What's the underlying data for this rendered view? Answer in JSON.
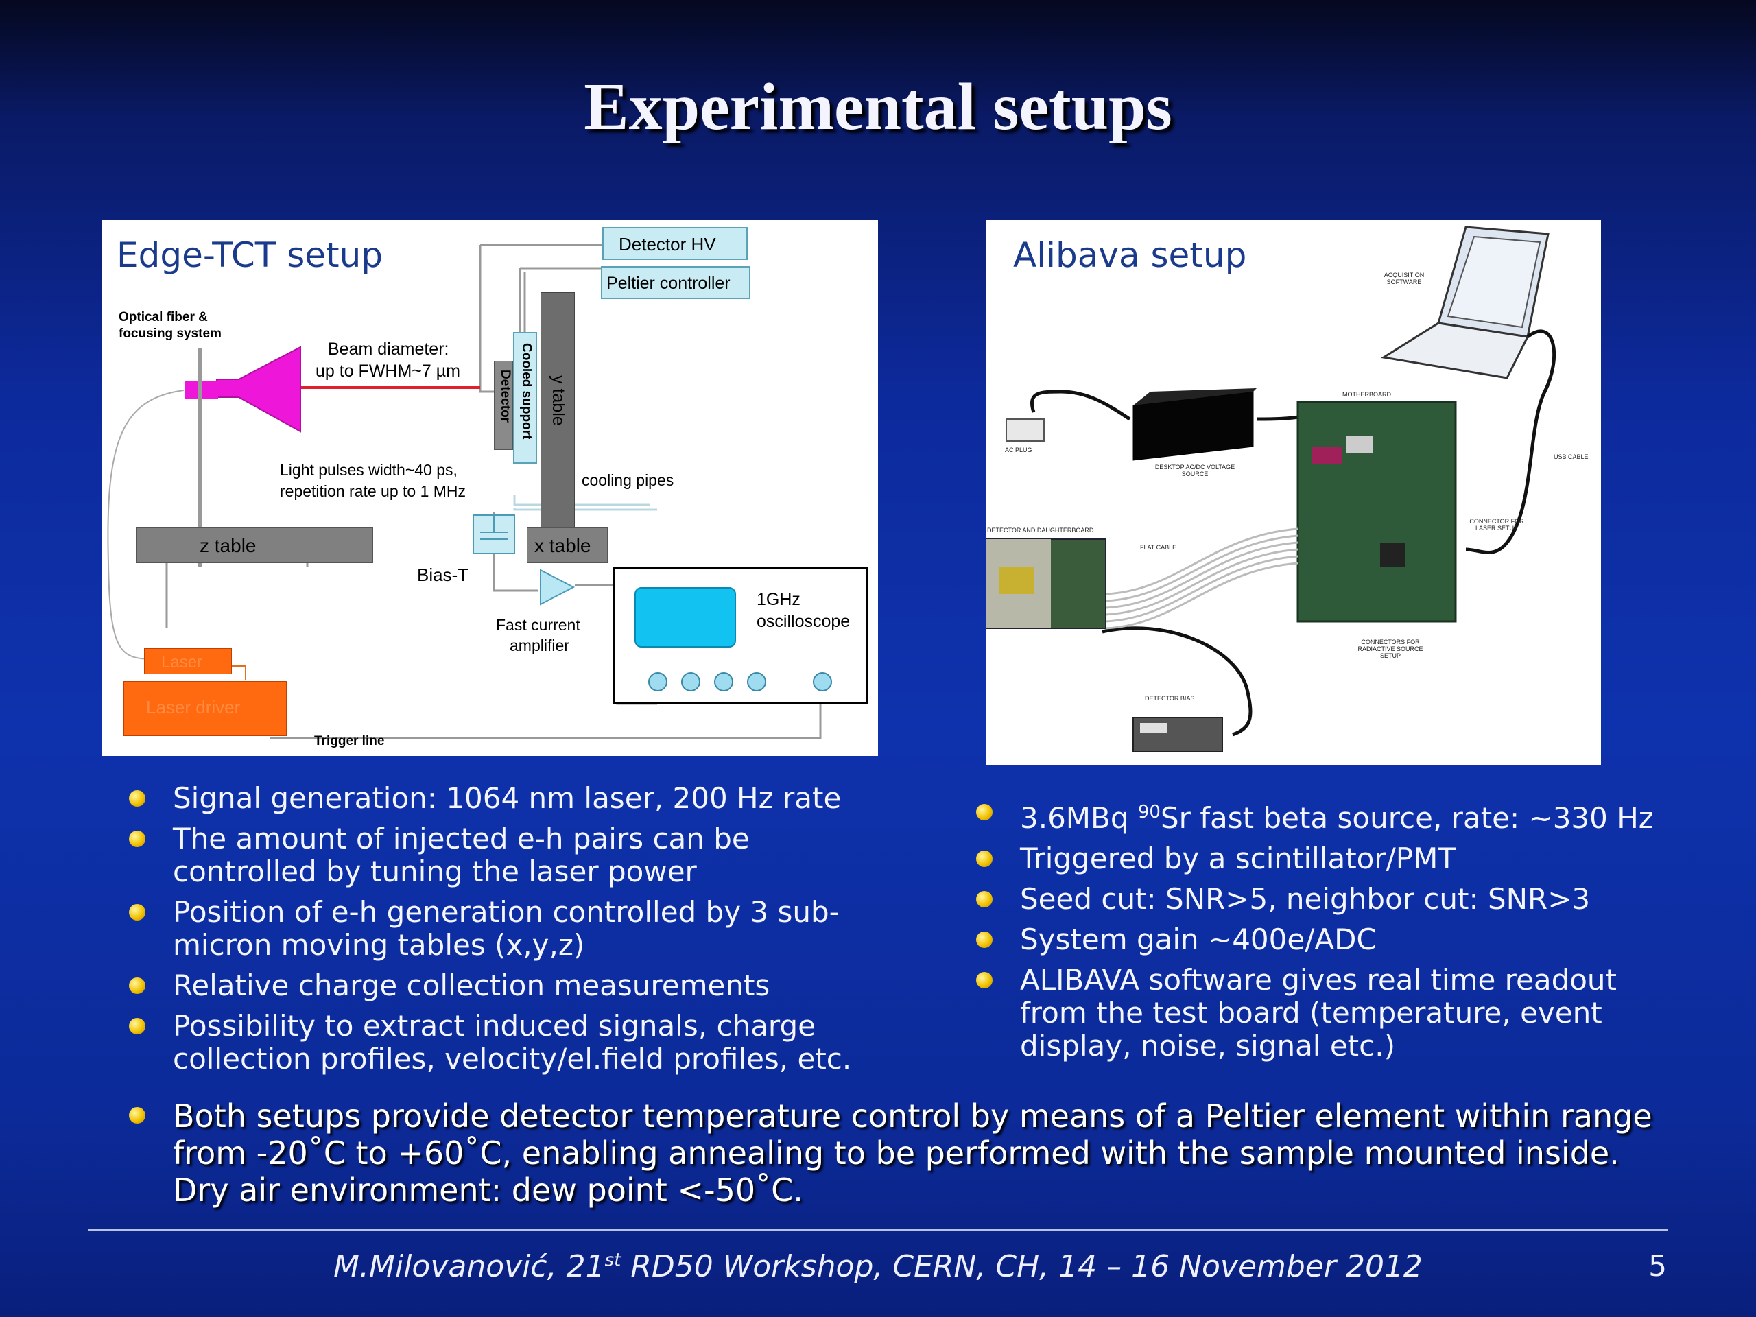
{
  "title": "Experimental setups",
  "edge_tct": {
    "heading": "Edge-TCT setup",
    "labels": {
      "detector_hv": "Detector HV",
      "peltier": "Peltier controller",
      "optical_fiber": "Optical fiber &",
      "focusing": "focusing system",
      "beam_1": "Beam diameter:",
      "beam_2": "up to FWHM~7 µm",
      "detector": "Detector",
      "cooled_support": "Cooled support",
      "y_table": "y table",
      "pulses_1": "Light pulses width~40 ps,",
      "pulses_2": "repetition rate up to 1 MHz",
      "cooling_pipes": "cooling pipes",
      "z_table": "z table",
      "x_table": "x table",
      "bias_t": "Bias-T",
      "amp_1": "Fast current",
      "amp_2": "amplifier",
      "osc_1": "1GHz",
      "osc_2": "oscilloscope",
      "laser": "Laser",
      "laser_driver": "Laser driver",
      "trigger": "Trigger line"
    }
  },
  "alibava": {
    "heading": "Alibava setup",
    "labels": {
      "acq": "ACQUISITION SOFTWARE",
      "motherboard": "MOTHERBOARD",
      "ac_plug": "AC PLUG",
      "psu": "DESKTOP AC/DC VOLTAGE SOURCE",
      "usb": "USB CABLE",
      "daughter": "DETECTOR AND DAUGHTERBOARD",
      "flat": "FLAT CABLE",
      "connector_laser": "CONNECTOR FOR LASER SETUP",
      "connectors_rad": "CONNECTORS FOR RADIACTIVE SOURCE SETUP",
      "bias": "DETECTOR BIAS"
    }
  },
  "left_bullets": [
    "Signal generation: 1064 nm laser, 200 Hz rate",
    "The amount of injected e-h pairs can be controlled by tuning the laser power",
    "Position of e-h generation controlled by 3 sub-micron moving tables (x,y,z)",
    "Relative charge collection measurements",
    "Possibility to extract induced signals, charge collection profiles, velocity/el.field profiles, etc."
  ],
  "right_bullets": {
    "first_pre": "3.6MBq ",
    "first_sup": "90",
    "first_post": "Sr fast beta source, rate: ~330 Hz",
    "rest": [
      "Triggered by a scintillator/PMT",
      "Seed cut: SNR>5, neighbor cut: SNR>3",
      "System gain ~400e/ADC",
      "ALIBAVA software gives real time readout from the test board (temperature, event display, noise, signal etc.)"
    ]
  },
  "bottom_bullet": "Both setups provide detector temperature control by means of a Peltier element within range from -20˚C to +60˚C, enabling  annealing to be performed with the sample mounted inside. Dry air environment: dew point <-50˚C.",
  "footer": {
    "author": "M.Milovanović, 21",
    "sup": "st",
    "rest": " RD50 Workshop, CERN, CH, 14 – 16 November 2012",
    "page": "5"
  }
}
